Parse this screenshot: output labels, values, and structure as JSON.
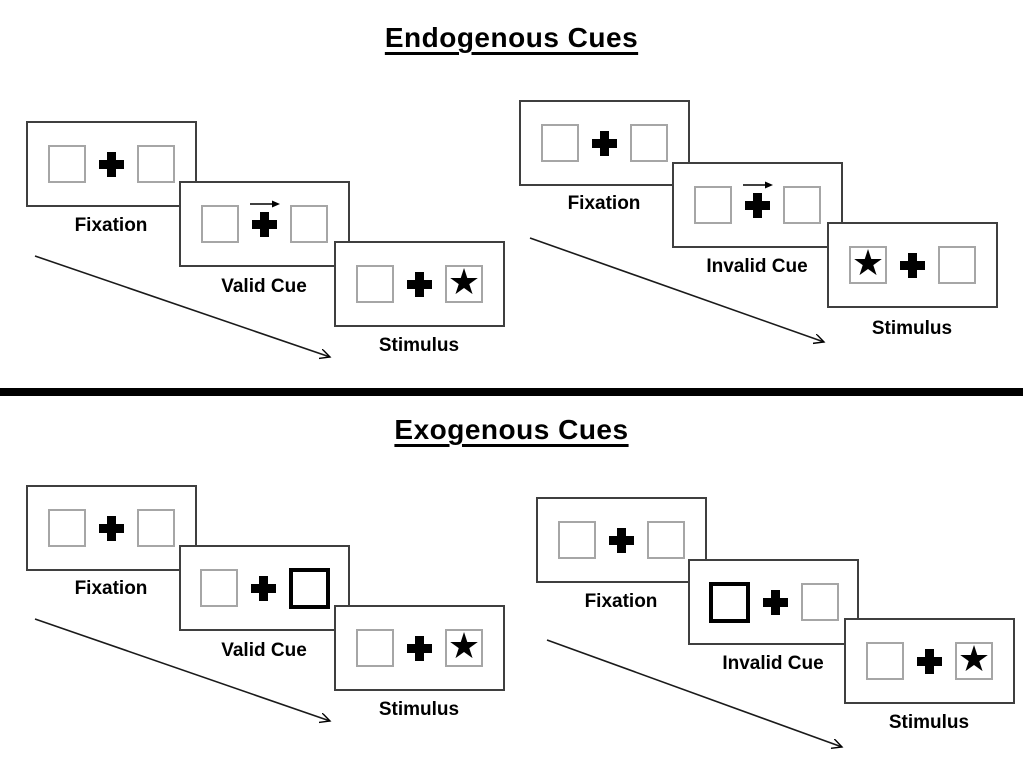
{
  "glyphs": {
    "star": "★"
  },
  "colors": {
    "background": "#ffffff",
    "ink": "#000000",
    "panel_border": "#3f3f3f",
    "box_border": "#a6a6a6",
    "divider": "#000000"
  },
  "sections": [
    {
      "id": "endogenous",
      "title": "Endogenous Cues",
      "cue_style": "central right-pointing arrow above fixation cross",
      "sequences": [
        {
          "validity": "valid",
          "panels": [
            {
              "label": "Fixation",
              "left_box": "empty",
              "center": "plus",
              "right_box": "empty"
            },
            {
              "label": "Valid Cue",
              "left_box": "empty",
              "center": "plus with right-arrow above",
              "right_box": "empty"
            },
            {
              "label": "Stimulus",
              "left_box": "empty",
              "center": "plus",
              "right_box": "star"
            }
          ]
        },
        {
          "validity": "invalid",
          "panels": [
            {
              "label": "Fixation",
              "left_box": "empty",
              "center": "plus",
              "right_box": "empty"
            },
            {
              "label": "Invalid Cue",
              "left_box": "empty",
              "center": "plus with right-arrow above",
              "right_box": "empty"
            },
            {
              "label": "Stimulus",
              "left_box": "star",
              "center": "plus",
              "right_box": "empty"
            }
          ]
        }
      ]
    },
    {
      "id": "exogenous",
      "title": "Exogenous Cues",
      "cue_style": "peripheral box brightening (thick black outline)",
      "sequences": [
        {
          "validity": "valid",
          "panels": [
            {
              "label": "Fixation",
              "left_box": "empty",
              "center": "plus",
              "right_box": "empty"
            },
            {
              "label": "Valid Cue",
              "left_box": "empty",
              "center": "plus",
              "right_box": "thick-outline"
            },
            {
              "label": "Stimulus",
              "left_box": "empty",
              "center": "plus",
              "right_box": "star"
            }
          ]
        },
        {
          "validity": "invalid",
          "panels": [
            {
              "label": "Fixation",
              "left_box": "empty",
              "center": "plus",
              "right_box": "empty"
            },
            {
              "label": "Invalid Cue",
              "left_box": "thick-outline",
              "center": "plus",
              "right_box": "empty"
            },
            {
              "label": "Stimulus",
              "left_box": "empty",
              "center": "plus",
              "right_box": "star"
            }
          ]
        }
      ]
    }
  ]
}
